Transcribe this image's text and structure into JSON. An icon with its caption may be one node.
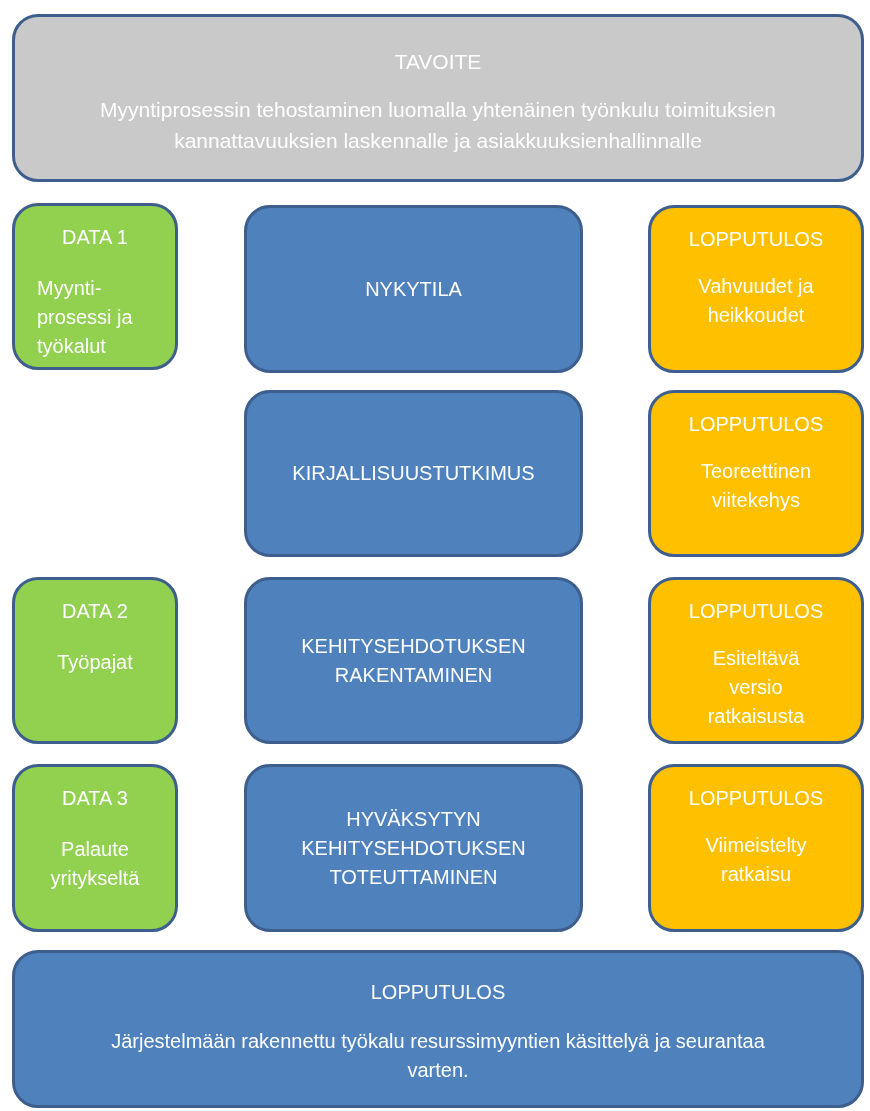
{
  "diagram": {
    "nodes": [
      {
        "text": [
          "TAVOITE",
          "Myyntiprosessin tehostaminen luomalla yhtenäinen työnkulu toimituksien kannattavuuksien laskennalle ja asiakkuuksienhallinnalle"
        ]
      },
      {
        "text": [
          "DATA 1",
          "Myynti- prosessi ja työkalut"
        ]
      },
      {
        "text": [
          "NYKYTILA"
        ]
      },
      {
        "text": [
          "LOPPUTULOS",
          "Vahvuudet ja heikkoudet"
        ]
      },
      {
        "text": [
          "KIRJALLISUUSTUTKIMUS"
        ]
      },
      {
        "text": [
          "LOPPUTULOS",
          "Teoreettinen viitekehys"
        ]
      },
      {
        "text": [
          "DATA 2",
          "Työpajat"
        ]
      },
      {
        "text": [
          "KEHITYSEHDOTUKSEN RAKENTAMINEN"
        ]
      },
      {
        "text": [
          "LOPPUTULOS",
          "Esiteltävä versio ratkaisusta"
        ]
      },
      {
        "text": [
          "DATA 3",
          "Palaute yritykseltä"
        ]
      },
      {
        "text": [
          "HYVÄKSYTYN KEHITYSEHDOTUKSEN TOTEUTTAMINEN"
        ]
      },
      {
        "text": [
          "LOPPUTULOS",
          "Viimeistelty ratkaisu"
        ]
      },
      {
        "text": [
          "LOPPUTULOS",
          "Järjestelmään rakennettu työkalu resurssimyyntien käsittelyä ja seurantaa varten."
        ]
      }
    ]
  }
}
